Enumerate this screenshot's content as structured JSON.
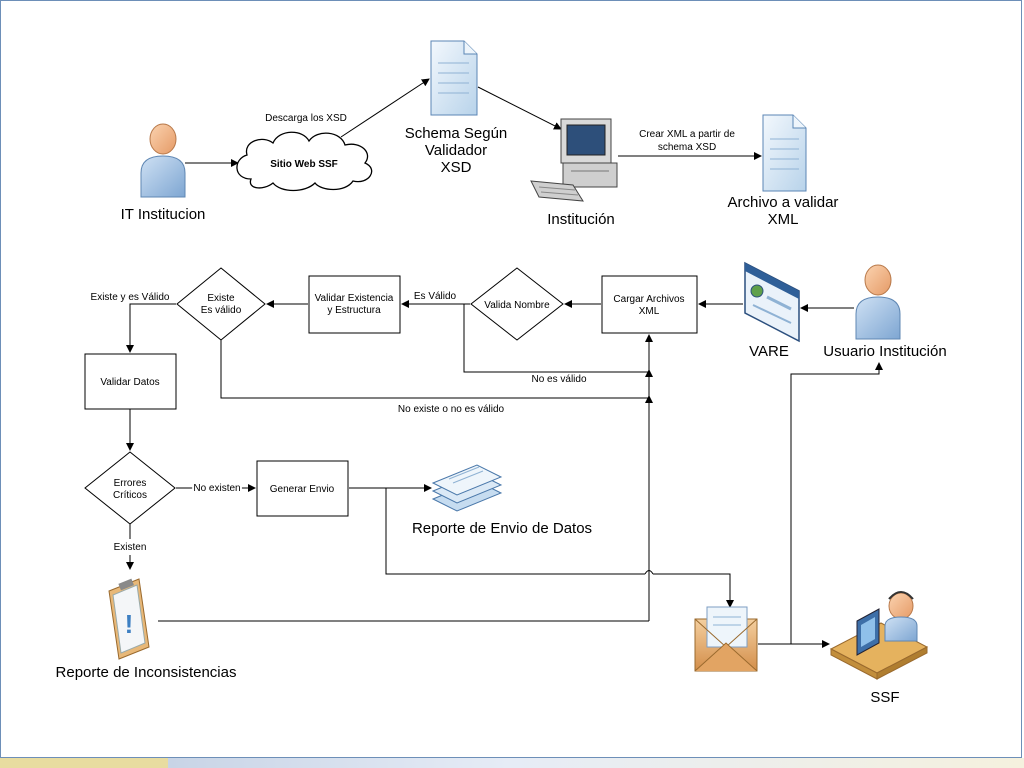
{
  "nodes": {
    "it_institucion": "IT Institucion",
    "sitio_web": "Sitio Web SSF",
    "schema": [
      "Schema Según",
      "Validador",
      "XSD"
    ],
    "institucion": "Institución",
    "archivo": [
      "Archivo a validar",
      "XML"
    ],
    "vare": "VARE",
    "usuario": "Usuario Institución",
    "cargar": [
      "Cargar Archivos",
      "XML"
    ],
    "valida_nombre": "Valida Nombre",
    "validar_existencia": [
      "Validar Existencia",
      "y Estructura"
    ],
    "existe": [
      "Existe",
      "Es válido"
    ],
    "validar_datos": "Validar Datos",
    "errores": [
      "Errores",
      "Críticos"
    ],
    "generar_envio": "Generar Envio",
    "reporte_envio": "Reporte de Envio de Datos",
    "reporte_inconsistencias": "Reporte de Inconsistencias",
    "ssf": "SSF"
  },
  "edges": {
    "descarga": "Descarga los XSD",
    "crear_xml": [
      "Crear XML a partir de",
      "schema XSD"
    ],
    "es_valido": "Es Válido",
    "existe_valido": "Existe y es Válido",
    "no_es_valido": "No es válido",
    "no_existe": "No existe o no es válido",
    "no_existen": "No existen",
    "existen": "Existen"
  },
  "colors": {
    "person_skin": "#f4b98d",
    "person_body": "#a9c6e6",
    "document": "#dcebf7",
    "envelope": "#e9b47c",
    "desk": "#e5b25e"
  }
}
